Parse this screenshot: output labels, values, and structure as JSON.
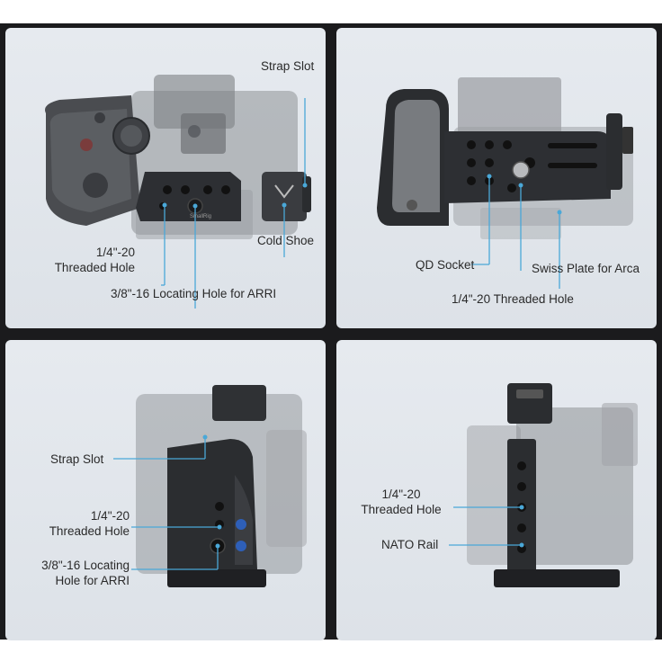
{
  "panels": {
    "top_left": {
      "labels": {
        "strap_slot": "Strap Slot",
        "cold_shoe": "Cold Shoe",
        "threaded_hole": [
          "1/4\"-20",
          "Threaded Hole"
        ],
        "locating_hole": "3/8\"-16 Locating Hole for ARRI"
      },
      "camera_text": {
        "brand_mark": "SmallRig"
      }
    },
    "top_right": {
      "labels": {
        "qd_socket": "QD Socket",
        "swiss_plate": "Swiss Plate for Arca",
        "threaded_hole": "1/4\"-20 Threaded Hole"
      }
    },
    "bottom_left": {
      "labels": {
        "strap_slot": "Strap Slot",
        "threaded_hole": [
          "1/4\"-20",
          "Threaded Hole"
        ],
        "locating_hole": [
          "3/8\"-16 Locating",
          "Hole for ARRI"
        ]
      }
    },
    "bottom_right": {
      "labels": {
        "threaded_hole": [
          "1/4\"-20",
          "Threaded Hole"
        ],
        "nato_rail": "NATO Rail"
      }
    }
  },
  "colors": {
    "callout": "#4aa8d8",
    "panel_bg": "#e2e6eb",
    "frame": "#1b1b1d",
    "cage": "#2b2d30",
    "camera": "#8a8d91"
  }
}
